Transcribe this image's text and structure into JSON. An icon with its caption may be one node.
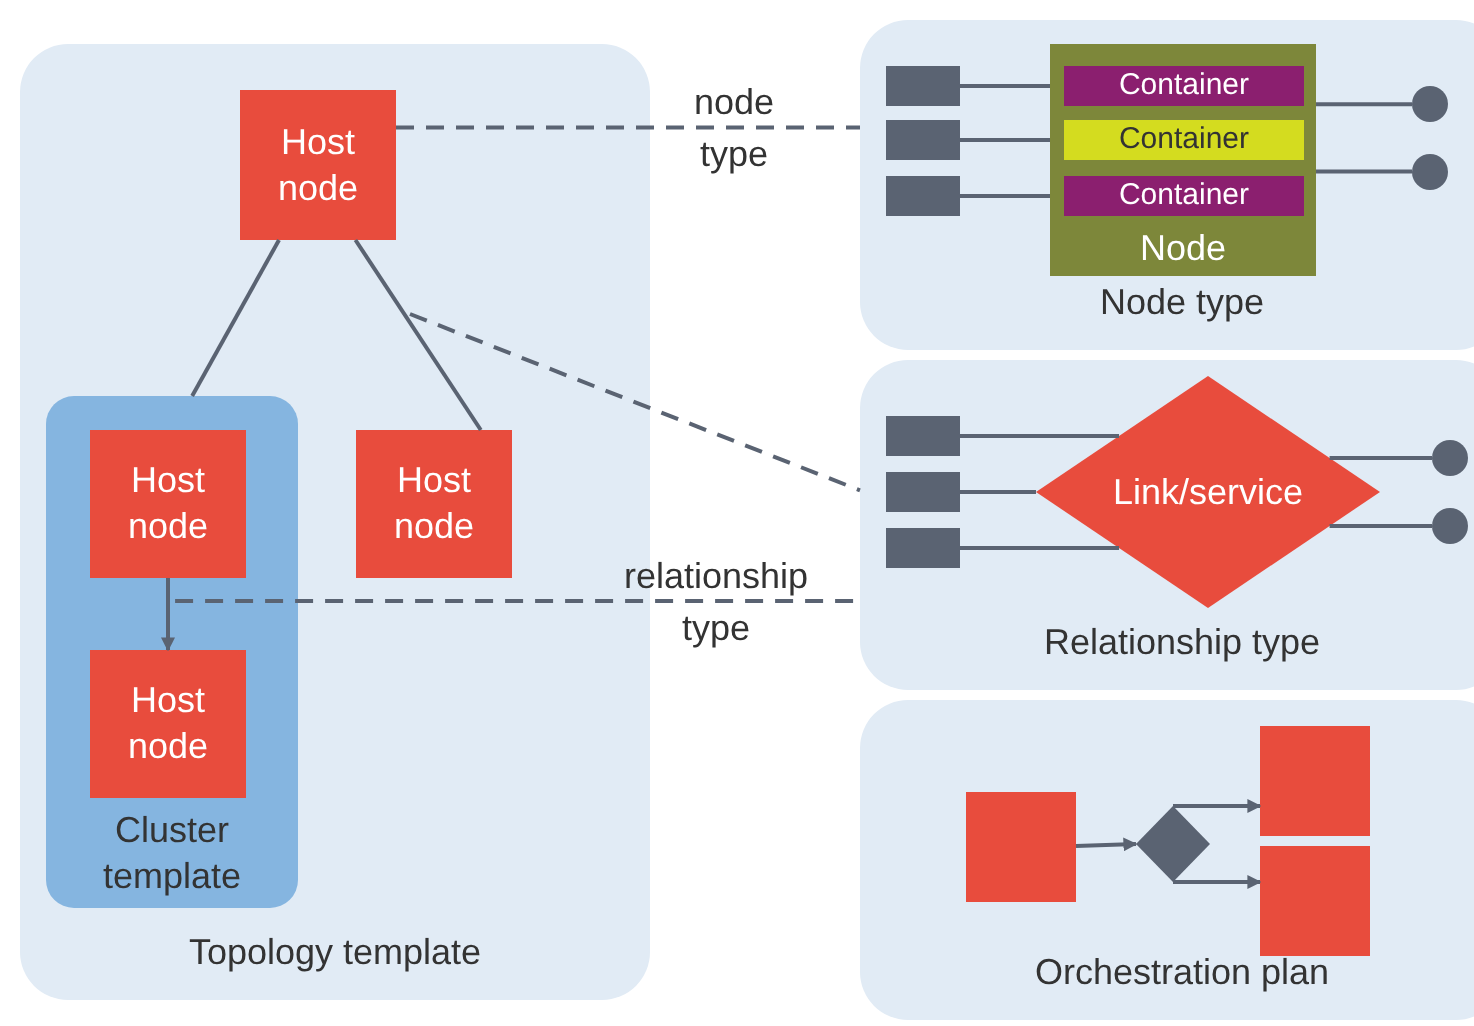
{
  "diagram": {
    "nodes": [
      {
        "text": [
          "Topology template"
        ]
      },
      {
        "text": [
          "Host node"
        ],
        "in": 0
      },
      {
        "text": [
          "Cluster template"
        ],
        "in": 0
      },
      {
        "text": [
          "Host node"
        ],
        "in": 2
      },
      {
        "text": [
          "Host node"
        ],
        "in": 2
      },
      {
        "text": [
          "Host node"
        ],
        "in": 0
      },
      {
        "text": [
          "Node type"
        ]
      },
      {
        "text": [
          "Node"
        ],
        "in": 6
      },
      {
        "text": [
          "Container"
        ],
        "in": 7
      },
      {
        "text": [
          "Container"
        ],
        "in": 7
      },
      {
        "text": [
          "Container"
        ],
        "in": 7
      },
      {
        "text": [],
        "shape": "box",
        "in": 6
      },
      {
        "text": [],
        "shape": "box",
        "in": 6
      },
      {
        "text": [],
        "shape": "box",
        "in": 6
      },
      {
        "text": [],
        "shape": "circle",
        "in": 6
      },
      {
        "text": [],
        "shape": "circle",
        "in": 6
      },
      {
        "text": [
          "Relationship type"
        ]
      },
      {
        "text": [
          "Link/service"
        ],
        "in": 16
      },
      {
        "text": [],
        "shape": "box",
        "in": 16
      },
      {
        "text": [],
        "shape": "box",
        "in": 16
      },
      {
        "text": [],
        "shape": "box",
        "in": 16
      },
      {
        "text": [],
        "shape": "circle",
        "in": 16
      },
      {
        "text": [],
        "shape": "circle",
        "in": 16
      },
      {
        "text": [
          "Orchestration plan"
        ]
      },
      {
        "text": [],
        "shape": "box",
        "in": 23
      },
      {
        "text": [],
        "shape": "diamond",
        "in": 23
      },
      {
        "text": [],
        "shape": "box",
        "in": 23
      },
      {
        "text": [],
        "shape": "box",
        "in": 23
      }
    ],
    "edges": [
      {
        "from": 1,
        "to": 2,
        "arrow": "none"
      },
      {
        "from": 1,
        "to": 5,
        "arrow": "none"
      },
      {
        "from": 3,
        "to": 4,
        "arrow": "to"
      },
      {
        "from": 1,
        "to": 6,
        "arrow": "none",
        "label": "node type",
        "style": "dashed"
      },
      {
        "from": null,
        "to": 16,
        "arrow": "none",
        "style": "dashed"
      },
      {
        "from": 3,
        "to": 16,
        "arrow": "none",
        "label": "relationship type",
        "style": "dashed"
      },
      {
        "from": 11,
        "to": 7,
        "arrow": "none"
      },
      {
        "from": 12,
        "to": 7,
        "arrow": "none"
      },
      {
        "from": 13,
        "to": 7,
        "arrow": "none"
      },
      {
        "from": 7,
        "to": 14,
        "arrow": "none"
      },
      {
        "from": 7,
        "to": 15,
        "arrow": "none"
      },
      {
        "from": 18,
        "to": 17,
        "arrow": "none"
      },
      {
        "from": 19,
        "to": 17,
        "arrow": "none"
      },
      {
        "from": 20,
        "to": 17,
        "arrow": "none"
      },
      {
        "from": 17,
        "to": 21,
        "arrow": "none"
      },
      {
        "from": 17,
        "to": 22,
        "arrow": "none"
      },
      {
        "from": 24,
        "to": 25,
        "arrow": "to"
      },
      {
        "from": 25,
        "to": 26,
        "arrow": "to"
      },
      {
        "from": 25,
        "to": 27,
        "arrow": "to"
      }
    ]
  }
}
